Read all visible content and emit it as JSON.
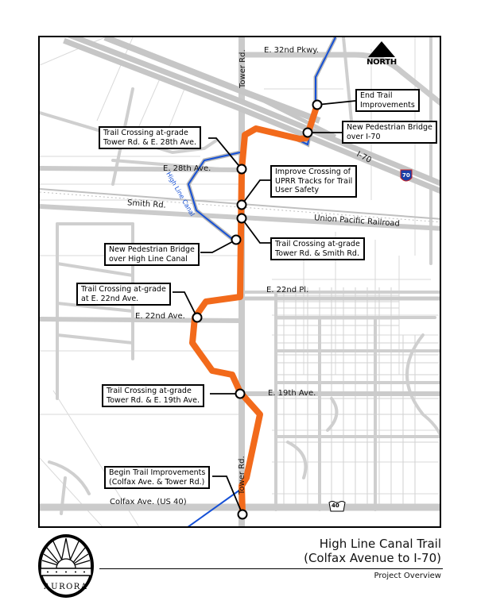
{
  "map": {
    "north_label": "NORTH",
    "colors": {
      "trail": "#f26a1b",
      "canal": "#1550d6",
      "road": "#cfcfcf",
      "highway": "#c8c8c8",
      "parcel_line": "#d6d6d6",
      "frame": "#000000"
    },
    "streets": {
      "e32nd": "E. 32nd Pkwy.",
      "tower_top": "Tower Rd.",
      "e28th": "E. 28th Ave.",
      "smith": "Smith Rd.",
      "upr": "Union Pacific Railroad",
      "i70": "I-70",
      "canal": "High Line Canal",
      "e22nd_pl": "E. 22nd Pl.",
      "e22nd_ave": "E. 22nd Ave.",
      "e19th": "E. 19th Ave.",
      "tower_bottom": "Tower Rd.",
      "colfax": "Colfax Ave. (US 40)"
    },
    "shields": {
      "interstate": "70",
      "us_route": "40"
    },
    "callouts": [
      {
        "id": "end",
        "line1": "End Trail",
        "line2": "Improvements"
      },
      {
        "id": "bridge-i70",
        "line1": "New Pedestrian Bridge",
        "line2": "over I-70"
      },
      {
        "id": "tower-28th",
        "line1": "Trail Crossing at-grade",
        "line2": "Tower Rd. & E. 28th Ave."
      },
      {
        "id": "uprr",
        "line1": "Improve Crossing of",
        "line2": "UPRR Tracks for Trail",
        "line3": "User Safety"
      },
      {
        "id": "tower-smith",
        "line1": "Trail Crossing at-grade",
        "line2": "Tower Rd. & Smith Rd."
      },
      {
        "id": "bridge-canal",
        "line1": "New Pedestrian Bridge",
        "line2": "over High Line Canal"
      },
      {
        "id": "e22nd",
        "line1": "Trail Crossing at-grade",
        "line2": "at E. 22nd Ave."
      },
      {
        "id": "tower-19th",
        "line1": "Trail Crossing at-grade",
        "line2": "Tower Rd. & E. 19th Ave."
      },
      {
        "id": "begin",
        "line1": "Begin Trail Improvements",
        "line2": "(Colfax Ave. & Tower Rd.)"
      }
    ]
  },
  "footer": {
    "title_line1": "High Line Canal Trail",
    "title_line2": "(Colfax Avenue to I-70)",
    "subtitle": "Project Overview",
    "logo_text": "AURORA"
  }
}
